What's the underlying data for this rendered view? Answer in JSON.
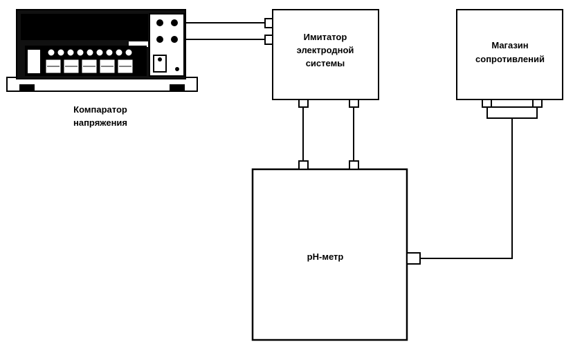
{
  "devices": {
    "comparator": {
      "label_line1": "Компаратор",
      "label_line2": "напряжения"
    },
    "simulator": {
      "label_line1": "Имитатор",
      "label_line2": "электродной",
      "label_line3": "системы"
    },
    "resistance_box": {
      "label_line1": "Магазин",
      "label_line2": "сопротивлений"
    },
    "ph_meter": {
      "label": "pH-метр"
    }
  },
  "colors": {
    "line": "#000000",
    "background": "#ffffff",
    "panel": "#1a1a1a"
  }
}
